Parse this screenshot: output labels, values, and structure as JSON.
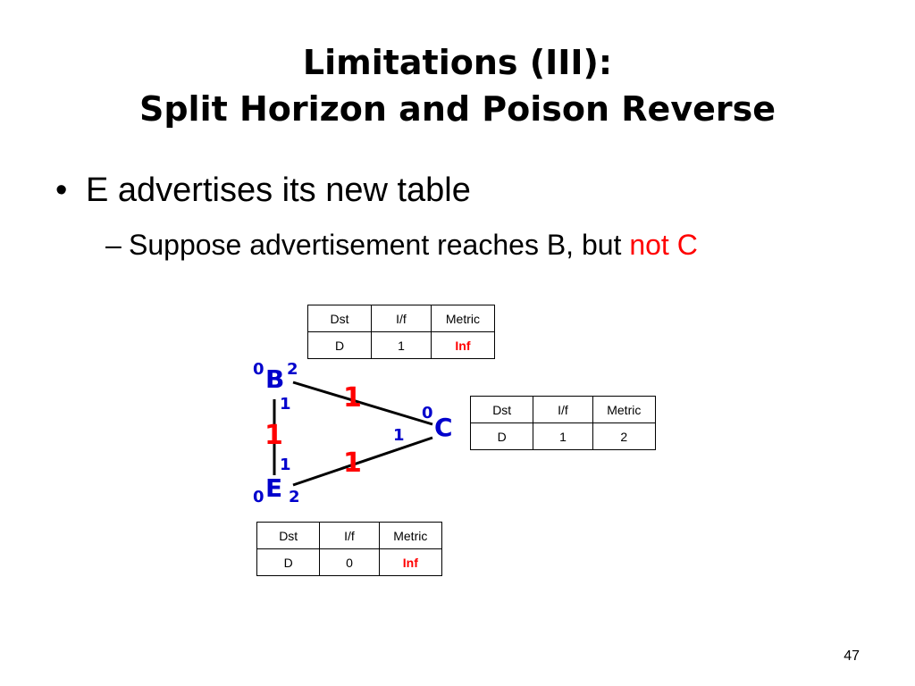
{
  "title": {
    "line1": "Limitations (III):",
    "line2": "Split Horizon and Poison Reverse"
  },
  "bullet": {
    "marker": "•",
    "text": "E advertises its new table"
  },
  "sub_bullet": {
    "marker": "–",
    "text": "Suppose advertisement reaches B, but ",
    "highlight": "not C"
  },
  "tables": {
    "b": {
      "headers": [
        "Dst",
        "I/f",
        "Metric"
      ],
      "row": [
        "D",
        "1",
        "Inf"
      ]
    },
    "c": {
      "headers": [
        "Dst",
        "I/f",
        "Metric"
      ],
      "row": [
        "D",
        "1",
        "2"
      ]
    },
    "e": {
      "headers": [
        "Dst",
        "I/f",
        "Metric"
      ],
      "row": [
        "D",
        "0",
        "Inf"
      ]
    }
  },
  "nodes": {
    "b": {
      "label": "B",
      "ports": [
        "0",
        "1",
        "2"
      ]
    },
    "c": {
      "label": "C",
      "ports": [
        "0",
        "1"
      ]
    },
    "e": {
      "label": "E",
      "ports": [
        "0",
        "1",
        "2"
      ]
    }
  },
  "links": {
    "b_c": "1",
    "b_e": "1",
    "e_c": "1"
  },
  "page_number": "47",
  "colors": {
    "node_blue": "#0000cc",
    "highlight_red": "#ff0000"
  }
}
